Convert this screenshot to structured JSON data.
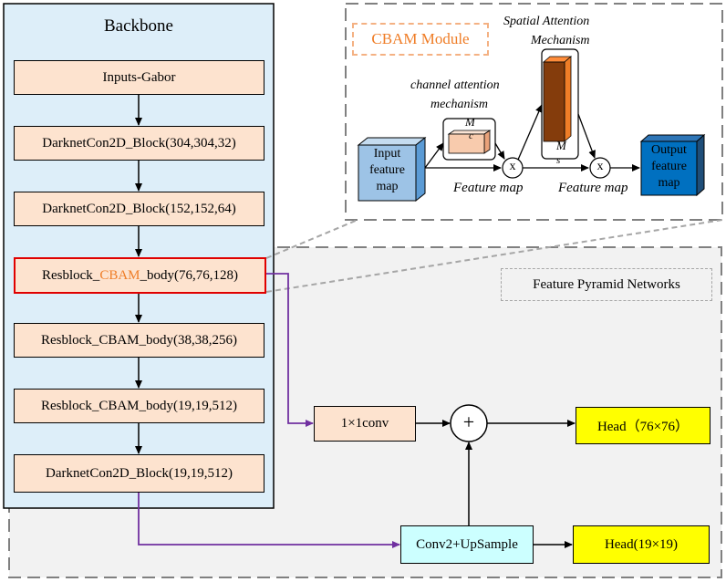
{
  "backbone": {
    "title": "Backbone",
    "blocks": [
      "Inputs-Gabor",
      "DarknetCon2D_Block(304,304,32)",
      "DarknetCon2D_Block(152,152,64)",
      {
        "prefix": "Resblock_",
        "highlight": "CBAM",
        "suffix": "_body(76,76,128)"
      },
      "Resblock_CBAM_body(38,38,256)",
      "Resblock_CBAM_body(19,19,512)",
      "DarknetCon2D_Block(19,19,512)"
    ]
  },
  "cbam": {
    "title": "CBAM Module",
    "input_label": [
      "Input",
      "feature",
      "map"
    ],
    "output_label": [
      "Output",
      "feature",
      "map"
    ],
    "channel_attention": [
      "channel attention",
      "mechanism"
    ],
    "spatial_attention": [
      "Spatial Attention",
      "Mechanism"
    ],
    "mc_label": [
      "M",
      "c"
    ],
    "ms_label": [
      "M",
      "s"
    ],
    "multiply_symbol": "x",
    "feature_map_1": "Feature map",
    "feature_map_2": "Feature map"
  },
  "fpn": {
    "title": "Feature Pyramid Networks",
    "conv1x1": "1×1conv",
    "plus_symbol": "+",
    "head_large": "Head（76×76）",
    "conv_upsample": "Conv2+UpSample",
    "head_small": "Head(19×19)"
  },
  "colors": {
    "backbone_bg": "#ddeef9",
    "block_fill": "#fde3cf",
    "cbam_accent": "#ef7d27",
    "fpn_bg": "#f2f2f2",
    "head_fill": "#ffff00",
    "upsample_fill": "#ccffff",
    "input_cube": "#9dc3e6",
    "output_cube": "#0070c0",
    "spatial_bar": "#843c0c",
    "arrow_purple": "#7030a0",
    "highlight_border": "#e00000"
  }
}
